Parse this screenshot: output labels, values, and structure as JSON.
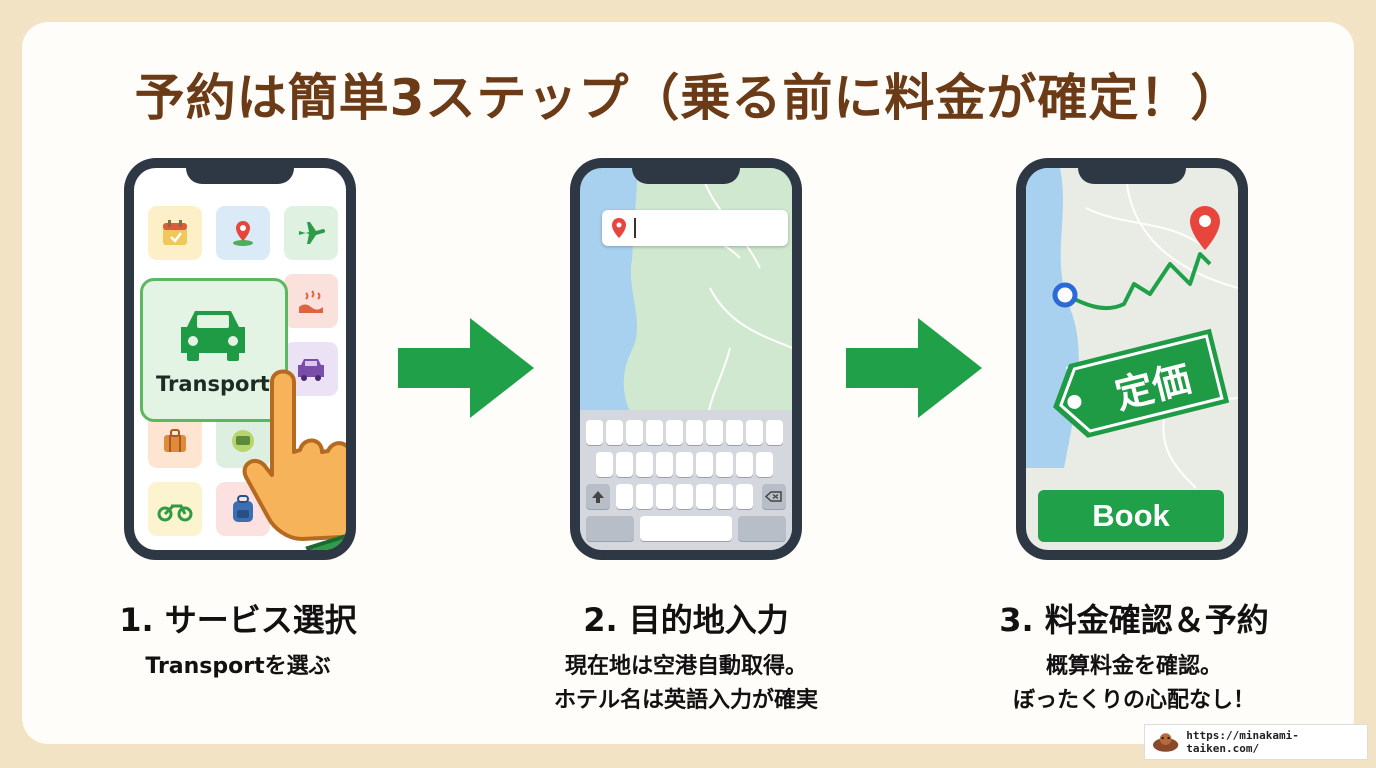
{
  "title": "予約は簡単3ステップ（乗る前に料金が確定！）",
  "phone1": {
    "transport_label": "Transport"
  },
  "phone3": {
    "price_tag": "定価",
    "book_button": "Book"
  },
  "steps": [
    {
      "title": "1. サービス選択",
      "lines": [
        "Transportを選ぶ"
      ]
    },
    {
      "title": "2. 目的地入力",
      "lines": [
        "現在地は空港自動取得。",
        "ホテル名は英語入力が確実"
      ]
    },
    {
      "title": "3. 料金確認＆予約",
      "lines": [
        "概算料金を確認。",
        "ぼったくりの心配なし！"
      ]
    }
  ],
  "footer": {
    "url": "https://minakami-taiken.com/"
  },
  "colors": {
    "accent_green": "#21a04a",
    "title_brown": "#6b3a16",
    "background": "#f1e3c4"
  }
}
